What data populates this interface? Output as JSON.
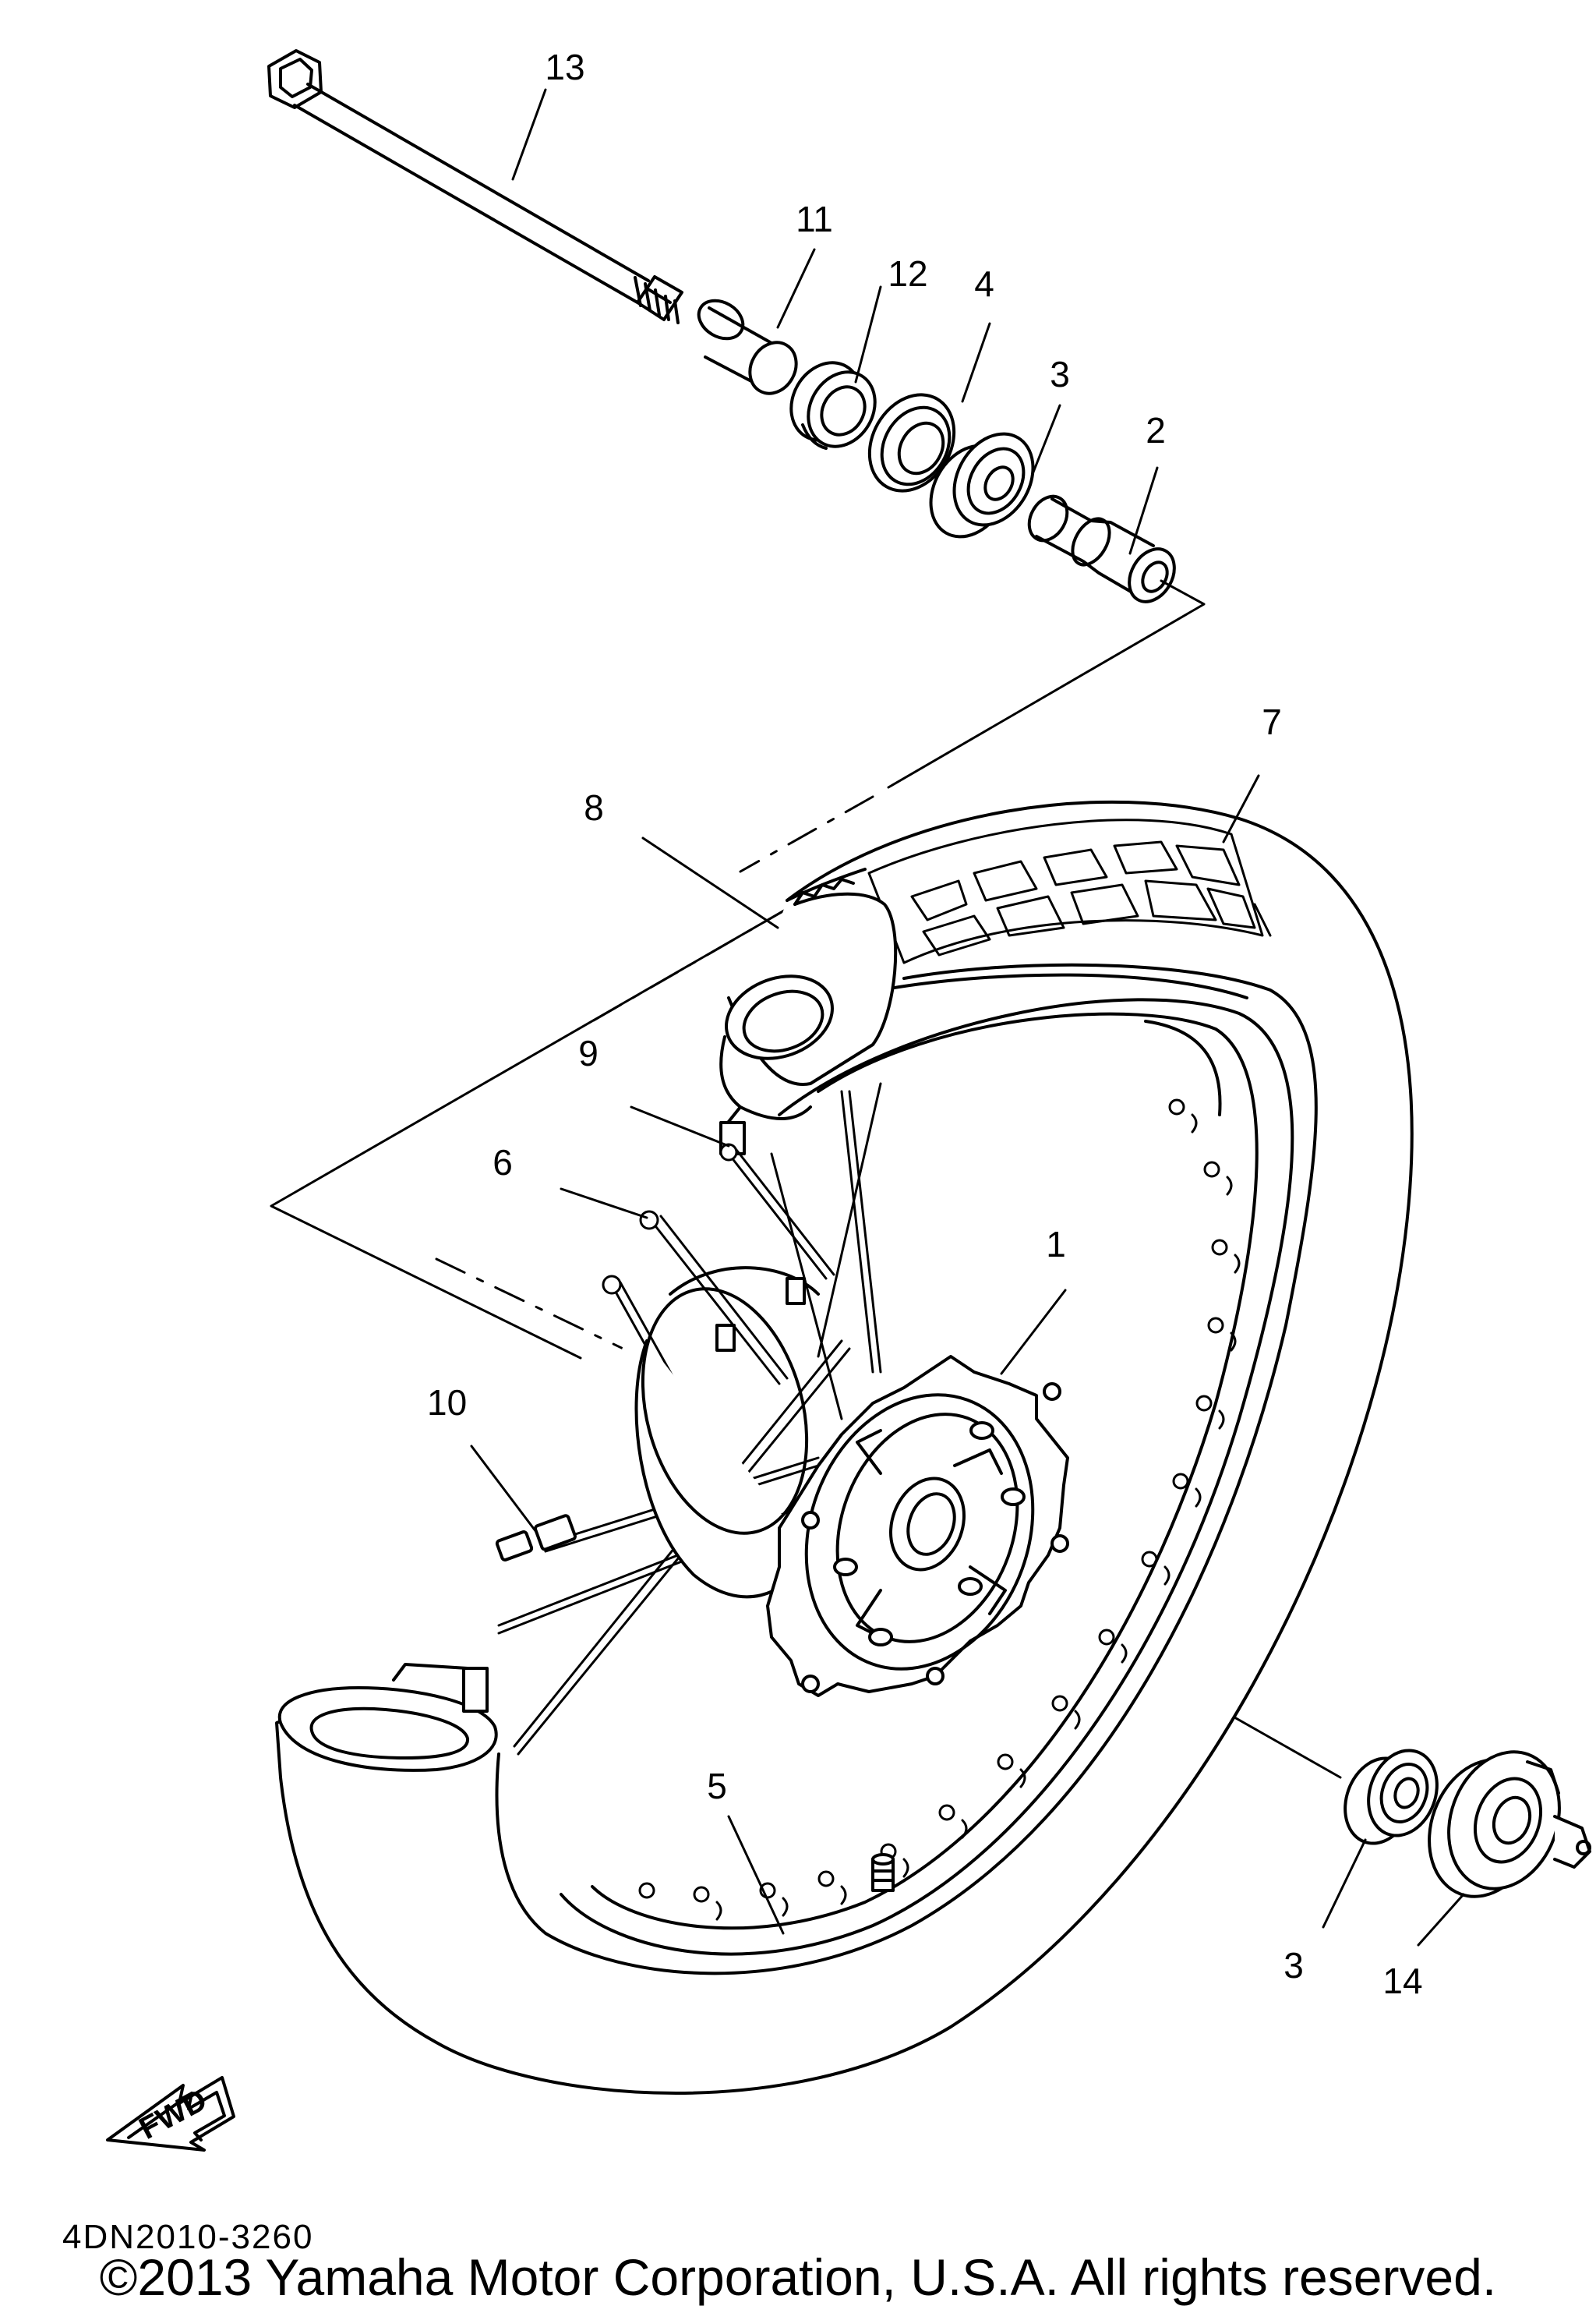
{
  "callouts": [
    {
      "id": "1",
      "label": "1"
    },
    {
      "id": "2",
      "label": "2"
    },
    {
      "id": "3a",
      "label": "3"
    },
    {
      "id": "3b",
      "label": "3"
    },
    {
      "id": "4",
      "label": "4"
    },
    {
      "id": "5",
      "label": "5"
    },
    {
      "id": "6",
      "label": "6"
    },
    {
      "id": "7",
      "label": "7"
    },
    {
      "id": "8",
      "label": "8"
    },
    {
      "id": "9",
      "label": "9"
    },
    {
      "id": "10",
      "label": "10"
    },
    {
      "id": "11",
      "label": "11"
    },
    {
      "id": "12",
      "label": "12"
    },
    {
      "id": "13",
      "label": "13"
    },
    {
      "id": "14",
      "label": "14"
    }
  ],
  "fwd_label": "FWD",
  "drawing_code": "4DN2010-3260",
  "copyright": "©2013 Yamaha Motor Corporation, U.S.A. All rights reserved."
}
